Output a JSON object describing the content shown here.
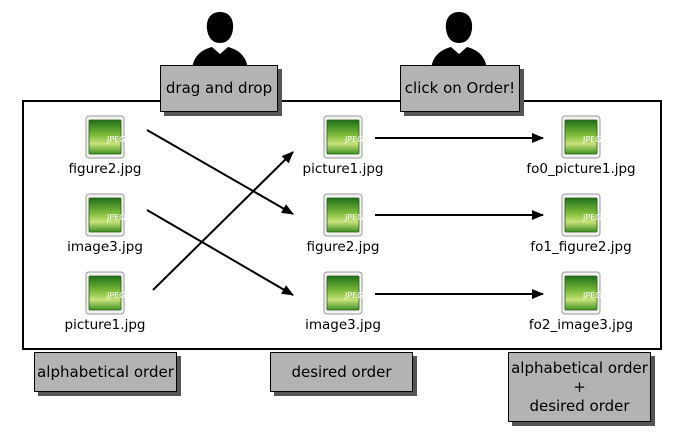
{
  "actions": {
    "drag_label": "drag and drop",
    "order_label": "click on Order!"
  },
  "columns": {
    "left": {
      "files": [
        "figure2.jpg",
        "image3.jpg",
        "picture1.jpg"
      ],
      "caption": "alphabetical order"
    },
    "middle": {
      "files": [
        "picture1.jpg",
        "figure2.jpg",
        "image3.jpg"
      ],
      "caption": "desired order"
    },
    "right": {
      "files": [
        "fo0_picture1.jpg",
        "fo1_figure2.jpg",
        "fo2_image3.jpg"
      ],
      "caption_line1": "alphabetical order",
      "caption_line2": "+",
      "caption_line3": "desired order"
    }
  },
  "icon": {
    "type": "jpeg-file-icon",
    "badge": "JPEG",
    "colors": {
      "green_top": "#1f7a1a",
      "green_mid": "#79b83a",
      "green_light": "#c8e27a",
      "frame": "#d8d8d8"
    }
  }
}
